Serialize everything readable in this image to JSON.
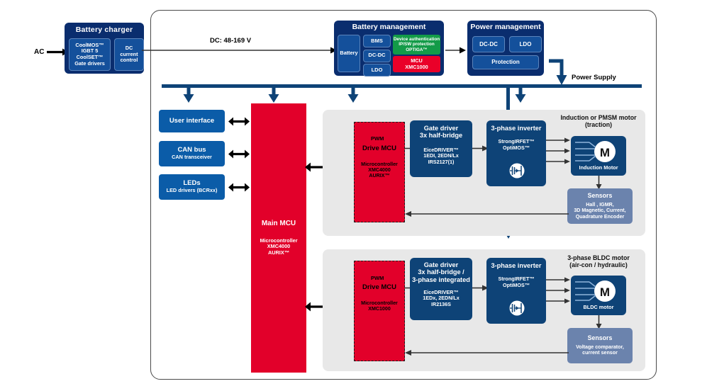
{
  "diagram": {
    "title": "EV traction and auxiliary drive block diagram",
    "colors": {
      "navy": "#0a2d6e",
      "blue": "#0b5ca8",
      "dark_blue": "#0e4377",
      "red": "#e2002a",
      "green": "#139b48",
      "slate": "#6b83ad",
      "panel_gray": "#e8e8e8"
    }
  },
  "ac_input": {
    "label": "AC"
  },
  "battery_charger": {
    "title": "Battery charger",
    "blocks": [
      {
        "name": "semis",
        "lines": [
          "CoolMOS™",
          "IGBT 5",
          "CoolSET™",
          "Gate drivers"
        ]
      },
      {
        "name": "dc-current-control",
        "lines": [
          "DC",
          "current",
          "control"
        ]
      }
    ]
  },
  "dc_link": {
    "label": "DC: 48-169 V"
  },
  "battery_management": {
    "title": "Battery management",
    "battery": "Battery",
    "stack": [
      "BMS",
      "DC-DC",
      "LDO"
    ],
    "optiga": {
      "lines": [
        "Device authentication",
        "IP/SW protection",
        "OPTIGA™"
      ]
    },
    "mcu": {
      "lines": [
        "MCU",
        "XMC1000"
      ]
    }
  },
  "power_management": {
    "title": "Power management",
    "blocks": [
      "DC-DC",
      "LDO"
    ],
    "protection": "Protection"
  },
  "power_supply": {
    "label": "Power Supply"
  },
  "left_blocks": [
    {
      "title": "User interface",
      "subtitle": ""
    },
    {
      "title": "CAN bus",
      "subtitle": "CAN transceiver"
    },
    {
      "title": "LEDs",
      "subtitle": "LED drivers (BCRxx)"
    }
  ],
  "main_mcu": {
    "title": "Main MCU",
    "lines": [
      "Microcontroller",
      "XMC4000",
      "AURIX™"
    ]
  },
  "drive_top": {
    "drive_mcu": {
      "title": "Drive MCU",
      "lines": [
        "Microcontroller",
        "XMC4000",
        "AURIX™"
      ]
    },
    "pwm_label": "PWM",
    "gate_driver": {
      "title_lines": [
        "Gate driver",
        "3x half-bridge"
      ],
      "lines": [
        "EiceDRIVER™",
        "1EDI, 2EDN/Lx",
        "IRS2127(1)"
      ]
    },
    "inverter": {
      "title": "3-phase inverter",
      "lines": [
        "StrongIRFET™",
        "OptiMOS™"
      ],
      "icon": "mosfet-icon"
    },
    "motor_heading": [
      "Induction or PMSM motor",
      "(traction)"
    ],
    "motor": {
      "symbol": "M",
      "caption": "Induction Motor"
    },
    "sensors": {
      "title": "Sensors",
      "lines": [
        "Hall , IGMR,",
        "3D Magnetic, Current,",
        "Quadrature Encoder"
      ]
    }
  },
  "drive_bottom": {
    "drive_mcu": {
      "title": "Drive MCU",
      "lines": [
        "Microcontroller",
        "XMC1000"
      ]
    },
    "pwm_label": "PWM",
    "gate_driver": {
      "title_lines": [
        "Gate driver",
        "3x half-bridge /",
        "3-phase integrated"
      ],
      "lines": [
        "EiceDRIVER™",
        "1EDx, 2EDN/Lx",
        "IR2136S"
      ]
    },
    "inverter": {
      "title": "3-phase inverter",
      "lines": [
        "StrongIRFET™",
        "OptiMOS™"
      ],
      "icon": "mosfet-icon"
    },
    "motor_heading": [
      "3-phase BLDC motor",
      "(air-con / hydraulic)"
    ],
    "motor": {
      "symbol": "M",
      "caption": "BLDC motor"
    },
    "sensors": {
      "title": "Sensors",
      "lines": [
        "Voltage comparator,",
        "current sensor"
      ]
    }
  }
}
